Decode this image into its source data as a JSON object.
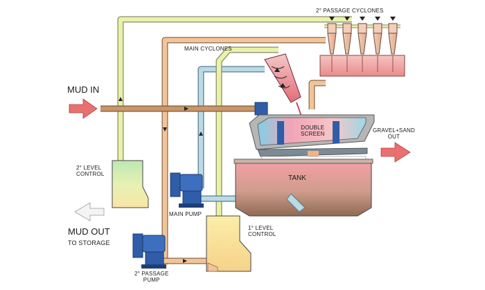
{
  "labels": {
    "passage_cyclones": "2° PASSAGE CYCLONES",
    "main_cyclones": "MAIN CYCLONES",
    "mud_in": "MUD IN",
    "double_screen_1": "DOUBLE",
    "double_screen_2": "SCREEN",
    "gravel_sand_1": "GRAVEL+SAND",
    "gravel_sand_2": "OUT",
    "tank": "TANK",
    "level2_1": "2° LEVEL",
    "level2_2": "CONTROL",
    "mud_out": "MUD OUT",
    "to_storage": "TO STORAGE",
    "main_pump": "MAIN PUMP",
    "level1_1": "1° LEVEL",
    "level1_2": "CONTROL",
    "passage_pump_1": "2° PASSAGE",
    "passage_pump_2": "PUMP"
  },
  "colors": {
    "pipe_yellow": "#eaf2a8",
    "pipe_tan": "#f1c49a",
    "pipe_blue": "#b9dbe6",
    "pipe_brown": "#c9956a",
    "arrow_red": "#e86a6a",
    "pump_blue": "#2f5da8"
  }
}
